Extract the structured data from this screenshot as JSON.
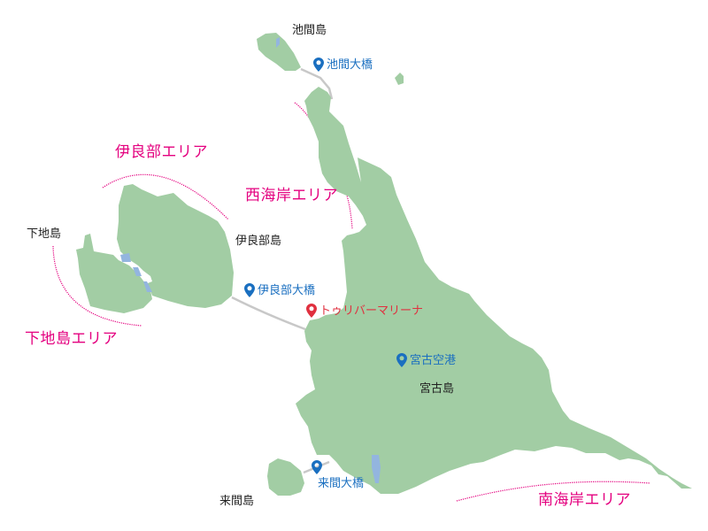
{
  "map": {
    "colors": {
      "land": "#a2cda4",
      "water": "#93b5df",
      "bridge": "#c8c8c8",
      "area_outline": "#e4007f",
      "poi_blue": "#1a6fc0",
      "poi_red": "#e0303f",
      "island_label": "#222222"
    },
    "islands": [
      {
        "id": "ikema",
        "label": "池間島"
      },
      {
        "id": "irabu",
        "label": "伊良部島"
      },
      {
        "id": "shimoji",
        "label": "下地島"
      },
      {
        "id": "miyako",
        "label": "宮古島"
      },
      {
        "id": "kurima",
        "label": "来間島"
      }
    ],
    "areas": [
      {
        "id": "irabu-area",
        "label": "伊良部エリア"
      },
      {
        "id": "west-coast-area",
        "label": "西海岸エリア"
      },
      {
        "id": "shimoji-area",
        "label": "下地島エリア"
      },
      {
        "id": "south-coast-area",
        "label": "南海岸エリア"
      }
    ],
    "points_of_interest": [
      {
        "id": "ikema-bridge",
        "label": "池間大橋",
        "icon": "map-pin-icon",
        "color": "blue"
      },
      {
        "id": "irabu-bridge",
        "label": "伊良部大橋",
        "icon": "map-pin-icon",
        "color": "blue"
      },
      {
        "id": "toriba-marina",
        "label": "トゥリバーマリーナ",
        "icon": "map-pin-icon",
        "color": "red"
      },
      {
        "id": "miyako-airport",
        "label": "宮古空港",
        "icon": "map-pin-icon",
        "color": "blue"
      },
      {
        "id": "kurima-bridge",
        "label": "来間大橋",
        "icon": "map-pin-icon",
        "color": "blue"
      }
    ]
  }
}
